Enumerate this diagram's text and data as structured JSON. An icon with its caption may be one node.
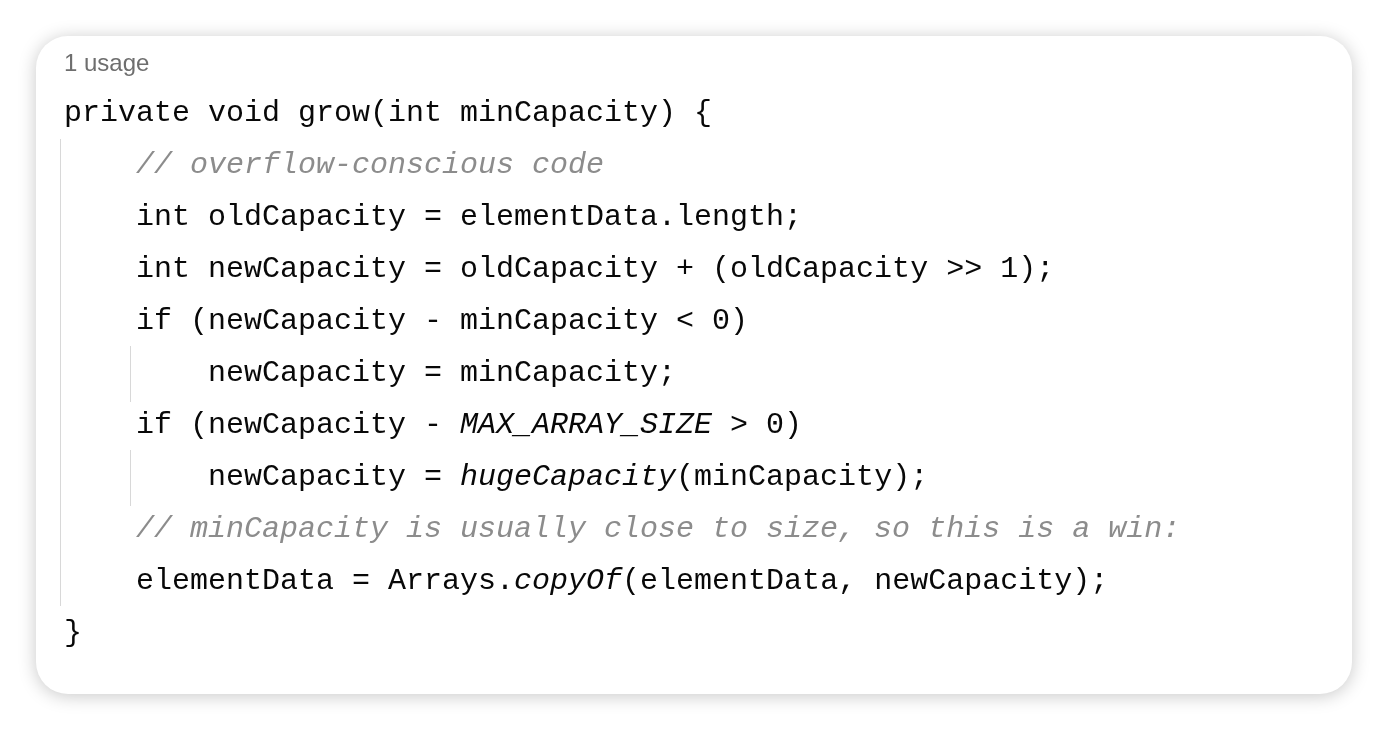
{
  "diagram": {
    "labels": [
      "1 usage",
      "private void grow(int minCapacity) {",
      "// overflow-conscious code",
      "int oldCapacity = elementData.length;",
      "int newCapacity = oldCapacity + (oldCapacity >> 1);",
      "if (newCapacity - minCapacity < 0)",
      "newCapacity = minCapacity;",
      "if (newCapacity - *MAX_ARRAY_SIZE* > 0)",
      "newCapacity = *hugeCapacity*(minCapacity);",
      "// minCapacity is usually close to size, so this is a win:",
      "elementData = Arrays.*copyOf*(elementData, newCapacity);",
      "}"
    ]
  }
}
